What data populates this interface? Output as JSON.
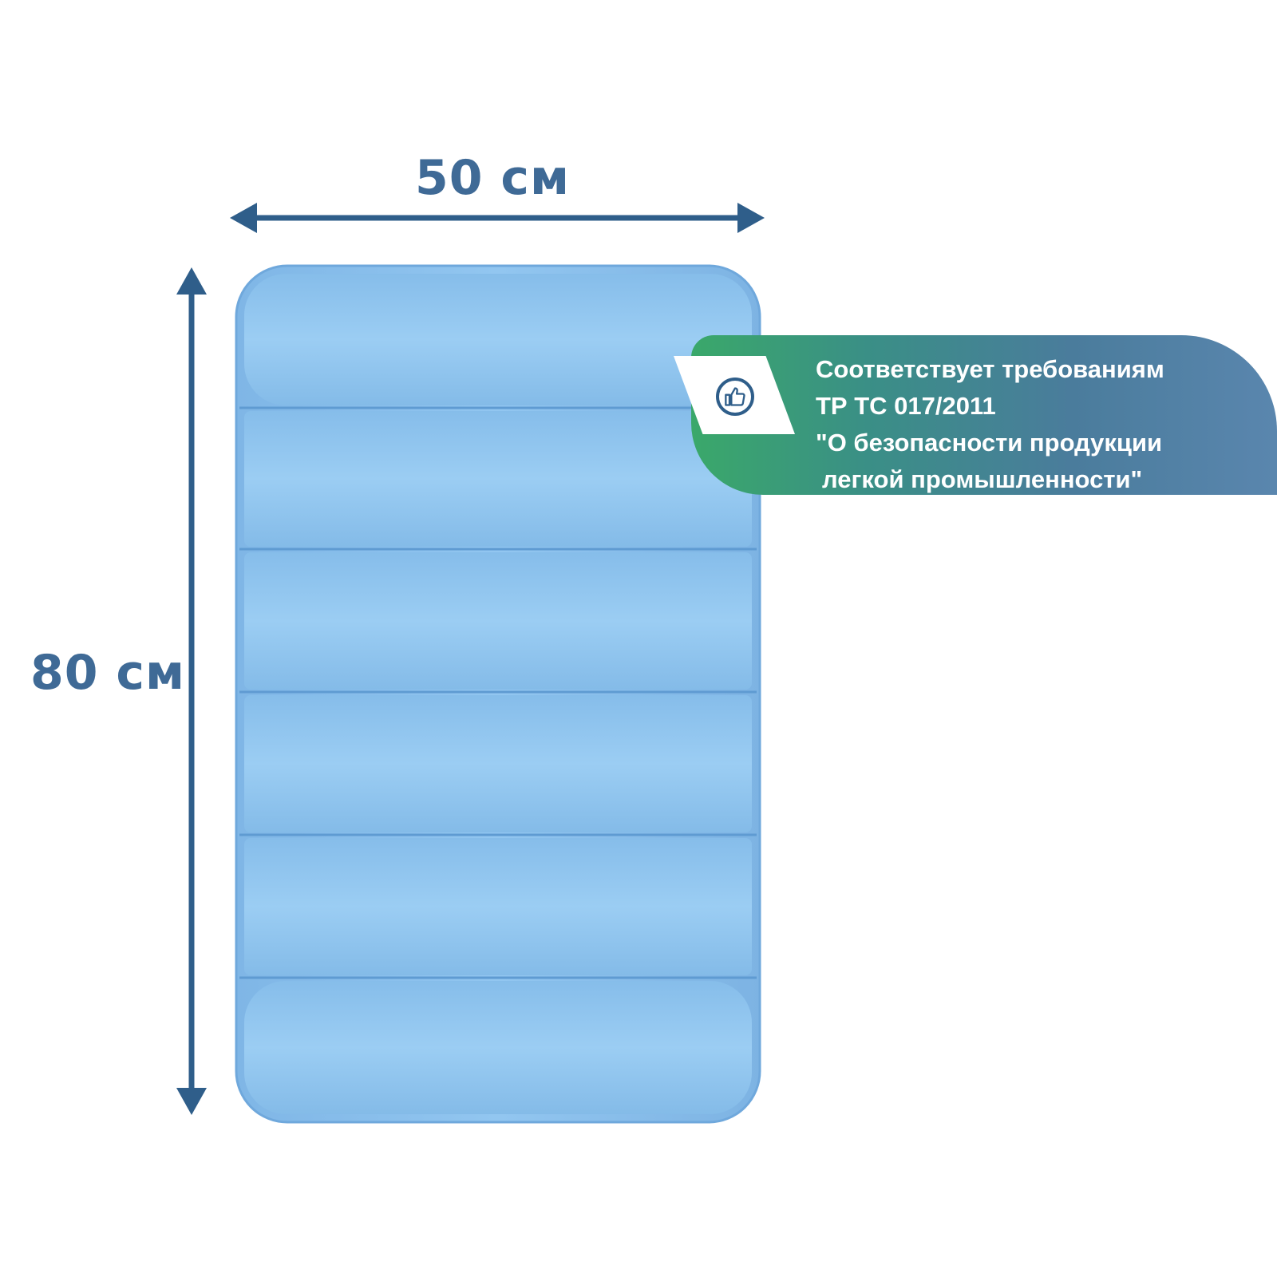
{
  "dimensions": {
    "width_label": "50 см",
    "height_label": "80 см"
  },
  "certificate_badge": {
    "line1": "Соответствует требованиям",
    "line2": "ТР ТС 017/2011",
    "line3": "\"О безопасности продукции",
    "line4": "легкой промышленности\"",
    "icon": "thumbs-up-icon"
  },
  "product": {
    "name": "bath-mat",
    "color": "#8fc3ee",
    "segments": 6
  },
  "colors": {
    "arrow": "#2f5e8a",
    "label": "#3f6a96",
    "badge_green": "#3aa86a",
    "badge_blue": "#5a86ae"
  }
}
